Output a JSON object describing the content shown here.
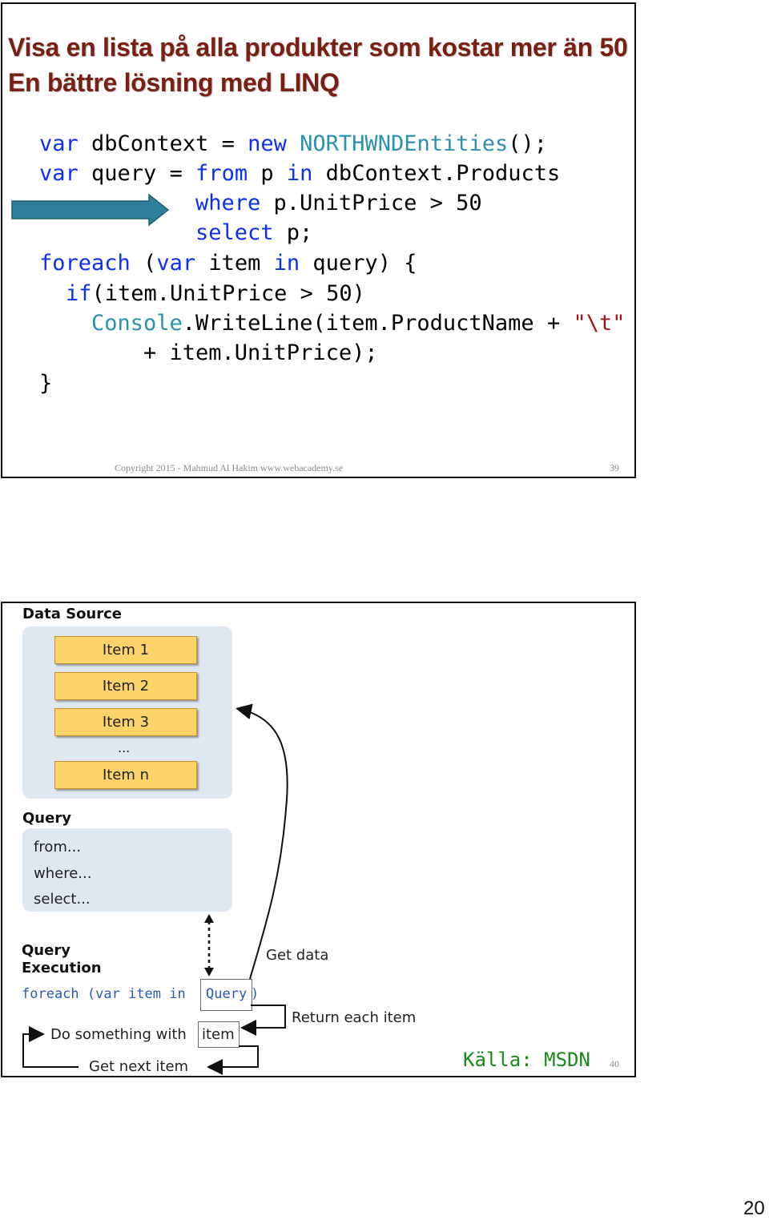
{
  "slide1": {
    "title_line1": "Visa en lista på alla produkter som kostar mer än 50",
    "title_line2": "En bättre lösning med LINQ",
    "footer_copyright": "Copyright 2015 - Mahmud Al Hakim www.webacademy.se",
    "slide_number": "39",
    "arrow_color": "#2f7f9a",
    "code": {
      "l1": {
        "kw": "var",
        "a": " dbContext = ",
        "kw2": "new",
        "ty": "NORTHWNDEntities",
        "b": "();"
      },
      "l2": {
        "kw": "var",
        "a": " query = ",
        "kw2": "from",
        "b": " p ",
        "kw3": "in",
        "c": " dbContext.Products"
      },
      "l3": {
        "kw": "where",
        "a": " p.UnitPrice > 50"
      },
      "l4": {
        "kw": "select",
        "a": " p;"
      },
      "l5": {
        "kw": "foreach",
        "a": " (",
        "kw2": "var",
        "b": " item ",
        "kw3": "in",
        "c": " query) {"
      },
      "l6": {
        "kw": "if",
        "a": "(item.UnitPrice > 50)"
      },
      "l7": {
        "ty": "Console",
        "a": ".WriteLine(item.ProductName + ",
        "st": "\"\\t\""
      },
      "l8": {
        "a": "+ item.UnitPrice);"
      },
      "l9": {
        "a": "}"
      }
    }
  },
  "slide2": {
    "data_source_label": "Data Source",
    "items": [
      "Item 1",
      "Item 2",
      "Item 3",
      "Item n"
    ],
    "ellipsis": "...",
    "query_label": "Query",
    "query_lines": [
      "from...",
      "where...",
      "select..."
    ],
    "execution_label_1": "Query",
    "execution_label_2": "Execution",
    "foreach_prefix": "foreach (var item in ",
    "foreach_query": "Query",
    "foreach_suffix": ")",
    "do_something": "Do something with ",
    "do_item": "item",
    "get_next": "Get next item",
    "get_data": "Get data",
    "return_each": "Return each item",
    "source": "Källa: MSDN",
    "slide_number": "40"
  },
  "page_number": "20"
}
